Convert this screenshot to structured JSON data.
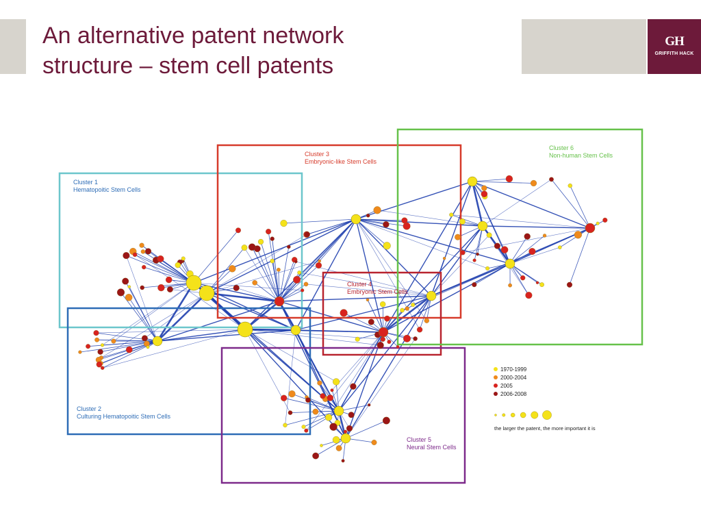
{
  "slide": {
    "title_line1": "An alternative patent network",
    "title_line2": "structure – stem cell patents"
  },
  "logo": {
    "mark": "GH",
    "name": "GRIFFITH HACK"
  },
  "colors": {
    "title": "#6d1a3a",
    "brand": "#6d1a3a",
    "edge": "#1f3fae",
    "cluster1": "#6cc6cc",
    "cluster2": "#2d6cb6",
    "cluster3": "#d63a2a",
    "cluster4": "#b8232e",
    "cluster5": "#7d2a8a",
    "cluster6": "#66c14a"
  },
  "clusters": [
    {
      "id": "1",
      "label1": "Cluster 1",
      "label2": "Hematopoitic Stem Cells"
    },
    {
      "id": "2",
      "label1": "Cluster 2",
      "label2": "Culturing Hematopoitic Stem Cells"
    },
    {
      "id": "3",
      "label1": "Cluster 3",
      "label2": "Embryonic-like Stem Cells"
    },
    {
      "id": "4",
      "label1": "Cluster 4",
      "label2": "Embryonic Stem Cells"
    },
    {
      "id": "5",
      "label1": "Cluster 5",
      "label2": "Neural Stem Cells"
    },
    {
      "id": "6",
      "label1": "Cluster 6",
      "label2": "Non-human Stem Cells"
    }
  ],
  "legend": {
    "items": [
      {
        "label": "1970-1999",
        "color": "#f4e21a"
      },
      {
        "label": "2000-2004",
        "color": "#ef8a1c"
      },
      {
        "label": "2005",
        "color": "#d8231f"
      },
      {
        "label": "2006-2008",
        "color": "#9b1616"
      }
    ],
    "size_note": "the larger the patent, the more important it is"
  }
}
